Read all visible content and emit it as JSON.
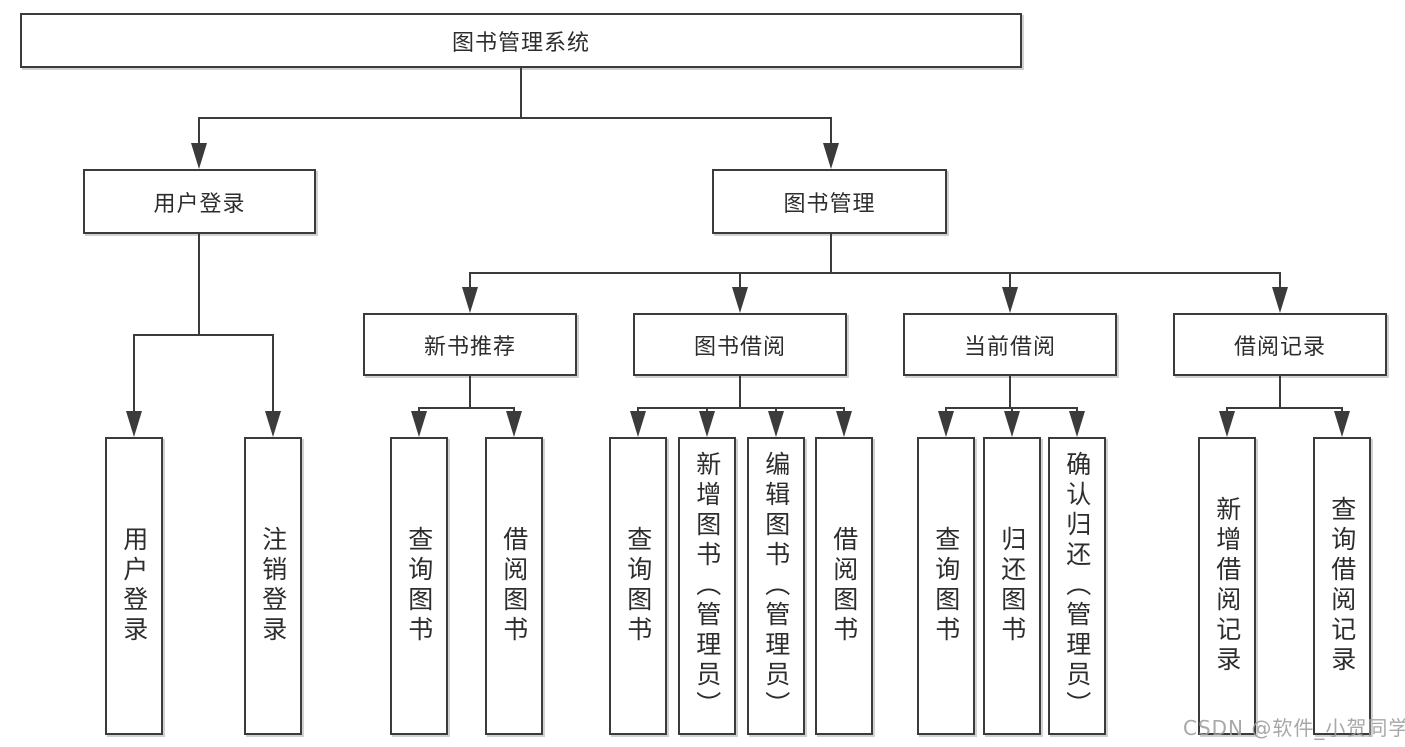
{
  "diagram": {
    "root": {
      "label": "图书管理系统"
    },
    "branches": [
      {
        "label": "用户登录",
        "children": [
          {
            "label": "用户登录"
          },
          {
            "label": "注销登录"
          }
        ]
      },
      {
        "label": "图书管理",
        "children": [
          {
            "label": "新书推荐",
            "children": [
              {
                "label": "查询图书"
              },
              {
                "label": "借阅图书"
              }
            ]
          },
          {
            "label": "图书借阅",
            "children": [
              {
                "label": "查询图书"
              },
              {
                "label": "新增图书（管理员）"
              },
              {
                "label": "编辑图书（管理员）"
              },
              {
                "label": "借阅图书"
              }
            ]
          },
          {
            "label": "当前借阅",
            "children": [
              {
                "label": "查询图书"
              },
              {
                "label": "归还图书"
              },
              {
                "label": "确认归还（管理员）"
              }
            ]
          },
          {
            "label": "借阅记录",
            "children": [
              {
                "label": "新增借阅记录"
              },
              {
                "label": "查询借阅记录"
              }
            ]
          }
        ]
      }
    ],
    "watermark": "CSDN @软件_小贺同学",
    "colors": {
      "line": "#3b3b3b",
      "text": "#2d2d2d",
      "watermark": "#9e9e9e",
      "background": "#ffffff"
    }
  }
}
